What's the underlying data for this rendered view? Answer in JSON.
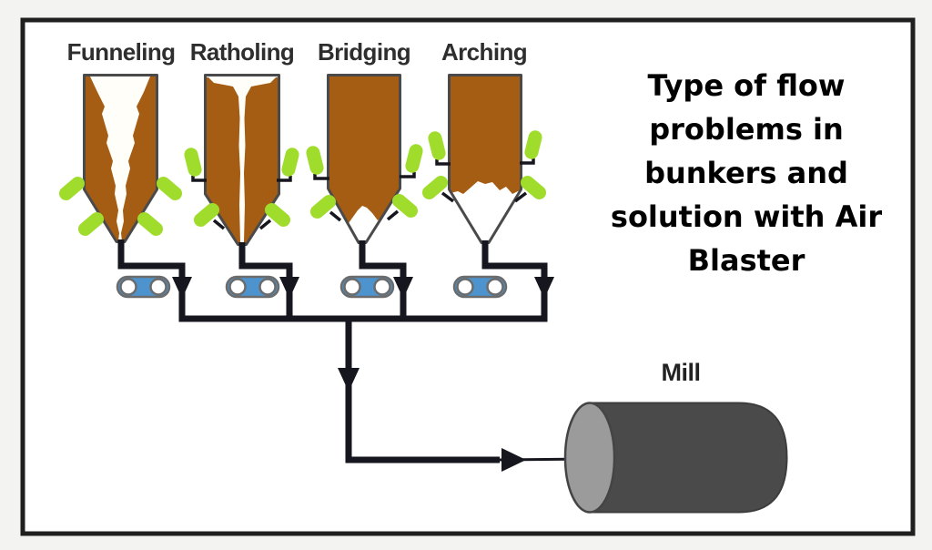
{
  "title": {
    "text": "Type of flow problems in bunkers and solution with Air Blaster",
    "lines": [
      "Type of flow",
      "problems in",
      "bunkers and",
      "solution with Air",
      "Blaster"
    ]
  },
  "bunkers": [
    {
      "label": "Funneling",
      "problem": "funnel-shaped void through material"
    },
    {
      "label": "Ratholing",
      "problem": "narrow vertical channel (rathole)"
    },
    {
      "label": "Bridging",
      "problem": "material bridge over outlet"
    },
    {
      "label": "Arching",
      "problem": "material arch above hopper cone"
    }
  ],
  "mill": {
    "label": "Mill"
  },
  "equipment": {
    "air_blasters_per_bunker": 4,
    "conveyors": 4
  },
  "colors": {
    "material_brown": "#A55C13",
    "air_blaster_green": "#A0DC2C",
    "conveyor_blue": "#4D94CE",
    "pipe_black": "#16161e",
    "mill_body_gray": "#4A4A4A",
    "mill_cap_gray": "#9B9B9B",
    "hopper_outline_gray": "#4A4A4A",
    "panel_border": "#1f1f1f",
    "panel_background": "#ffffff"
  }
}
